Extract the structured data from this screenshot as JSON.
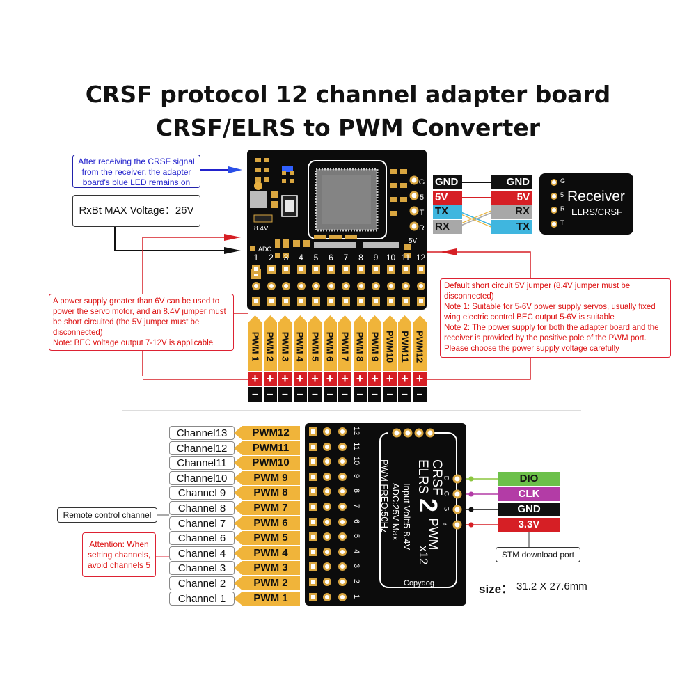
{
  "title_line1": "CRSF protocol 12 channel adapter board",
  "title_line2": "CRSF/ELRS to PWM Converter",
  "notes": {
    "blue_led": "After receiving the CRSF signal from the receiver, the adapter board's blue LED remains on",
    "rxbt": "RxBt MAX Voltage：26V",
    "left_power": "A power supply greater than 6V can be used to power the servo motor, and an 8.4V jumper must be short circuited (the 5V jumper must be disconnected)\nNote: BEC voltage output 7-12V is applicable",
    "right_power": "Default short circuit 5V jumper (8.4V jumper must be disconnected)\nNote 1: Suitable for 5-6V power supply servos, usually fixed wing electric control BEC output 5-6V is suitable\nNote 2: The power supply for both the adapter board and the receiver is provided by the positive pole of the PWM port. Please choose the power supply voltage carefully",
    "remote_control": "Remote control channel",
    "attention": "Attention: When setting channels, avoid channels 5",
    "stm_port": "STM download port",
    "size_label": "size：",
    "size_value": "31.2 X 27.6mm"
  },
  "board_top": {
    "label_84v": "8.4V",
    "label_adc": "ADC",
    "label_5v": "5V",
    "pin_letters": [
      "G",
      "5",
      "T",
      "R"
    ],
    "pin_numbers": [
      "1",
      "2",
      "3",
      "4",
      "5",
      "6",
      "7",
      "8",
      "9",
      "10",
      "11",
      "12"
    ]
  },
  "wiring": {
    "left": [
      {
        "text": "GND",
        "bg": "#111111",
        "fg": "#ffffff"
      },
      {
        "text": "5V",
        "bg": "#d61f25",
        "fg": "#ffffff"
      },
      {
        "text": "TX",
        "bg": "#3fb6df",
        "fg": "#111111"
      },
      {
        "text": "RX",
        "bg": "#a8a8a8",
        "fg": "#111111"
      }
    ],
    "right": [
      {
        "text": "GND",
        "bg": "#111111",
        "fg": "#ffffff"
      },
      {
        "text": "5V",
        "bg": "#d61f25",
        "fg": "#ffffff"
      },
      {
        "text": "RX",
        "bg": "#a8a8a8",
        "fg": "#111111"
      },
      {
        "text": "TX",
        "bg": "#3fb6df",
        "fg": "#111111"
      }
    ]
  },
  "receiver": {
    "title": "Receiver",
    "subtitle": "ELRS/CRSF",
    "pin_letters": [
      "G",
      "5",
      "R",
      "T"
    ]
  },
  "pwm_top": [
    "PWM 1",
    "PWM 2",
    "PWM 3",
    "PWM 4",
    "PWM 5",
    "PWM 6",
    "PWM 7",
    "PWM 8",
    "PWM 9",
    "PWM10",
    "PWM11",
    "PWM12"
  ],
  "polarity": {
    "plus": "+",
    "minus": "–"
  },
  "channels": [
    "Channel13",
    "Channel12",
    "Channel11",
    "Channel10",
    "Channel 9",
    "Channel 8",
    "Channel 7",
    "Channel 6",
    "Channel 4",
    "Channel 3",
    "Channel 2",
    "Channel 1"
  ],
  "pwm_side": [
    "PWM12",
    "PWM11",
    "PWM10",
    "PWM 9",
    "PWM 8",
    "PWM 7",
    "PWM 6",
    "PWM 5",
    "PWM 4",
    "PWM 3",
    "PWM 2",
    "PWM 1"
  ],
  "board_bottom": {
    "line_crsf": "CRSF",
    "line_elrs": "ELRS",
    "big_2": "2",
    "line_pwm": "PWM",
    "line_x12": "x12",
    "input_volt": "Input Volt:5-8.4V",
    "adc": "ADC:25V Max",
    "pwm_freq": "PWM FREQ:50Hz",
    "brand": "Copydog",
    "pin_numbers": [
      "12",
      "11",
      "10",
      "9",
      "8",
      "7",
      "6",
      "5",
      "4",
      "3",
      "2",
      "1"
    ],
    "side_letters": [
      "D",
      "C",
      "G",
      "3"
    ]
  },
  "stm_pins": [
    {
      "text": "DIO",
      "bg": "#6cc04a",
      "fg": "#111111",
      "dot": "#8cc63f"
    },
    {
      "text": "CLK",
      "bg": "#b33ca6",
      "fg": "#ffffff",
      "dot": "#b33ca6"
    },
    {
      "text": "GND",
      "bg": "#111111",
      "fg": "#ffffff",
      "dot": "#111111"
    },
    {
      "text": "3.3V",
      "bg": "#d61f25",
      "fg": "#ffffff",
      "dot": "#d61f25"
    }
  ]
}
